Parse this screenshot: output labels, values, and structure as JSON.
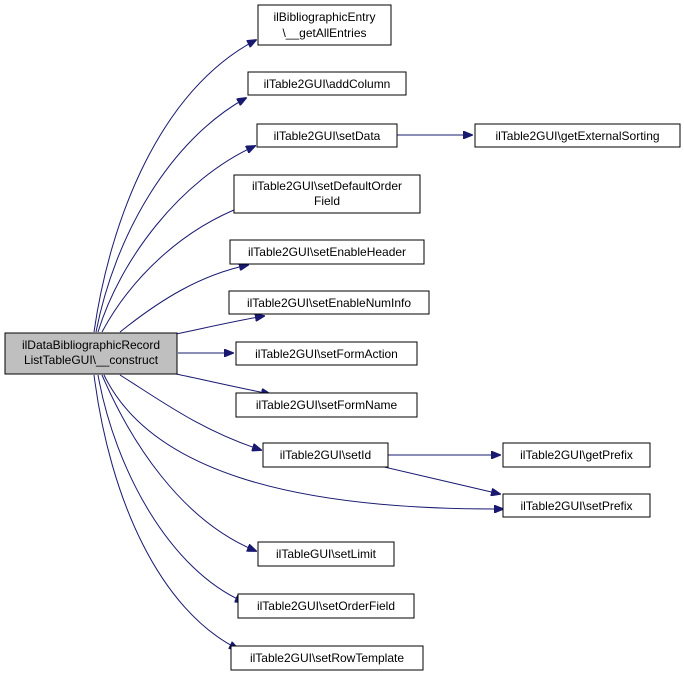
{
  "colors": {
    "edge": "#191970",
    "node_border": "#000000",
    "node_fill": "#ffffff",
    "root_fill": "#bfbfbf"
  },
  "nodes": {
    "root": {
      "line1": "ilDataBibliographicRecord",
      "line2": "ListTableGUI\\__construct"
    },
    "get_all_entries": {
      "line1": "ilBibliographicEntry",
      "line2": "\\__getAllEntries"
    },
    "add_column": {
      "line1": "ilTable2GUI\\addColumn"
    },
    "set_data": {
      "line1": "ilTable2GUI\\setData"
    },
    "get_external_sorting": {
      "line1": "ilTable2GUI\\getExternalSorting"
    },
    "set_default_order_field": {
      "line1": "ilTable2GUI\\setDefaultOrder",
      "line2": "Field"
    },
    "set_enable_header": {
      "line1": "ilTable2GUI\\setEnableHeader"
    },
    "set_enable_num_info": {
      "line1": "ilTable2GUI\\setEnableNumInfo"
    },
    "set_form_action": {
      "line1": "ilTable2GUI\\setFormAction"
    },
    "set_form_name": {
      "line1": "ilTable2GUI\\setFormName"
    },
    "set_id": {
      "line1": "ilTable2GUI\\setId"
    },
    "get_prefix": {
      "line1": "ilTable2GUI\\getPrefix"
    },
    "set_prefix": {
      "line1": "ilTable2GUI\\setPrefix"
    },
    "set_limit": {
      "line1": "ilTableGUI\\setLimit"
    },
    "set_order_field": {
      "line1": "ilTable2GUI\\setOrderField"
    },
    "set_row_template": {
      "line1": "ilTable2GUI\\setRowTemplate"
    }
  }
}
